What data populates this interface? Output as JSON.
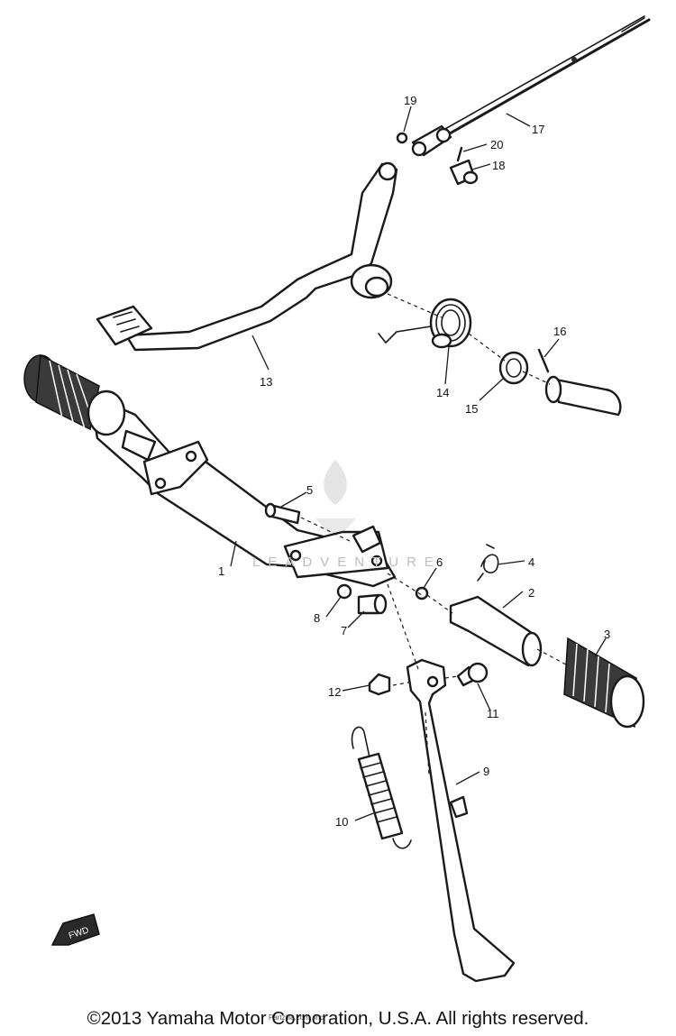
{
  "diagram": {
    "callouts": [
      {
        "id": "1",
        "label": "1"
      },
      {
        "id": "2",
        "label": "2"
      },
      {
        "id": "3",
        "label": "3"
      },
      {
        "id": "4",
        "label": "4"
      },
      {
        "id": "5",
        "label": "5"
      },
      {
        "id": "6",
        "label": "6"
      },
      {
        "id": "7",
        "label": "7"
      },
      {
        "id": "8",
        "label": "8"
      },
      {
        "id": "9",
        "label": "9"
      },
      {
        "id": "10",
        "label": "10"
      },
      {
        "id": "11",
        "label": "11"
      },
      {
        "id": "12",
        "label": "12"
      },
      {
        "id": "13",
        "label": "13"
      },
      {
        "id": "14",
        "label": "14"
      },
      {
        "id": "15",
        "label": "15"
      },
      {
        "id": "16",
        "label": "16"
      },
      {
        "id": "17",
        "label": "17"
      },
      {
        "id": "18",
        "label": "18"
      },
      {
        "id": "19",
        "label": "19"
      },
      {
        "id": "20",
        "label": "20"
      }
    ],
    "front_marker": "FWD"
  },
  "watermark": "LEADVENTURE",
  "small_credit": "Partzilla.com, Inc.",
  "copyright": "©2013 Yamaha Motor Corporation, U.S.A. All rights reserved."
}
